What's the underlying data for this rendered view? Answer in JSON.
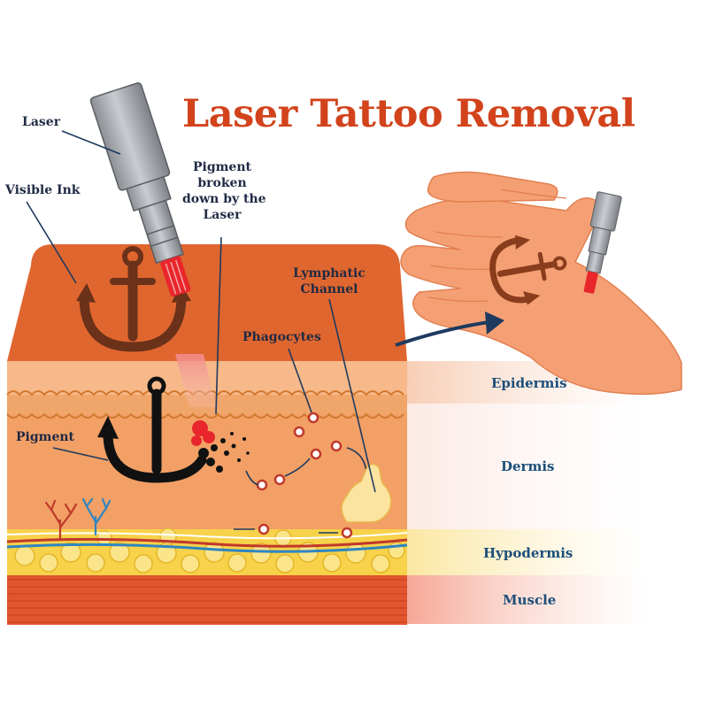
{
  "title": "Laser Tattoo Removal",
  "labels": {
    "laser": "Laser",
    "visible_ink": "Visible Ink",
    "pigment_broken": [
      "Pigment",
      "broken",
      "down by the",
      "Laser"
    ],
    "lymphatic_channel": [
      "Lymphatic",
      "Channel"
    ],
    "phagocytes": "Phagocytes",
    "pigment": "Pigment"
  },
  "layers": [
    "Epidermis",
    "Dermis",
    "Hypodermis",
    "Muscle"
  ],
  "colors": {
    "title": "#d2431c",
    "label_text": "#1f2a44",
    "layer_text": "#1d4f7a",
    "skin_top": "#e0662f",
    "dermis": "#f2a066",
    "ink": "#5a2a10",
    "laser_beam": "#e8262b",
    "hand": "#f5a074",
    "arrow": "#1e3a5f"
  },
  "icons": [
    "laser-device-icon",
    "anchor-tattoo-icon",
    "hand-icon",
    "curved-arrow-icon"
  ]
}
